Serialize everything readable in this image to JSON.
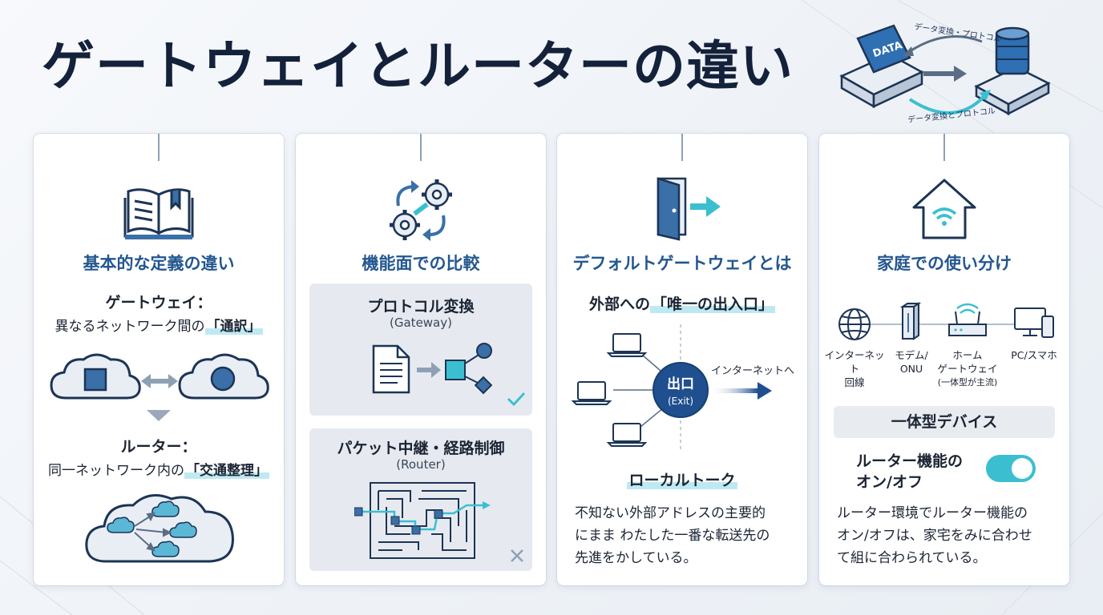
{
  "title": "ゲートウェイとルーターの違い",
  "hero": {
    "data_label": "DATA",
    "arc_top_label": "データ変換・プロトコル",
    "arc_bottom_label": "データ変換とプロトコル"
  },
  "cards": [
    {
      "title": "基本的な定義の違い",
      "gateway_heading": "ゲートウェイ：",
      "gateway_desc_prefix": "異なるネットワーク間の",
      "gateway_desc_highlight": "「通訳」",
      "router_heading": "ルーター：",
      "router_desc_prefix": "同一ネットワーク内の",
      "router_desc_highlight": "「交通整理」"
    },
    {
      "title": "機能面での比較",
      "panel1_heading": "プロトコル変換",
      "panel1_sub": "(Gateway)",
      "panel2_heading": "パケット中継・経路制御",
      "panel2_sub": "(Router)"
    },
    {
      "title": "デフォルトゲートウェイとは",
      "subtitle_prefix": "外部への",
      "subtitle_highlight": "「唯一の出入口」",
      "exit_label": "出口",
      "exit_sub": "(Exit)",
      "internet_label": "インターネットへ",
      "local_label": "ローカルトーク",
      "body_lines": [
        "不知ない外部アドレスの主要的",
        "にまま わたした一番な転送先の",
        "先進をかしている。"
      ]
    },
    {
      "title": "家庭での使い分け",
      "devices": [
        {
          "label_lines": [
            "インターネット",
            "回線"
          ]
        },
        {
          "label_lines": [
            "モデム/",
            "ONU"
          ]
        },
        {
          "label_lines": [
            "ホーム",
            "ゲートウェイ",
            "(一体型が主流)"
          ]
        },
        {
          "label_lines": [
            "PC/スマホ"
          ]
        }
      ],
      "pill_label": "一体型デバイス",
      "toggle_label_lines": [
        "ルーター機能の",
        "オン/オフ"
      ],
      "toggle_on": true,
      "body_lines": [
        "ルーター環境でルーター機能の",
        "オン/オフは、家宅をみに合わせ",
        "て組に合わられている。"
      ]
    }
  ],
  "colors": {
    "navy": "#14213b",
    "accent_blue": "#23578f",
    "icon_blue": "#3a6fa8",
    "cyan": "#3bbfd0"
  }
}
